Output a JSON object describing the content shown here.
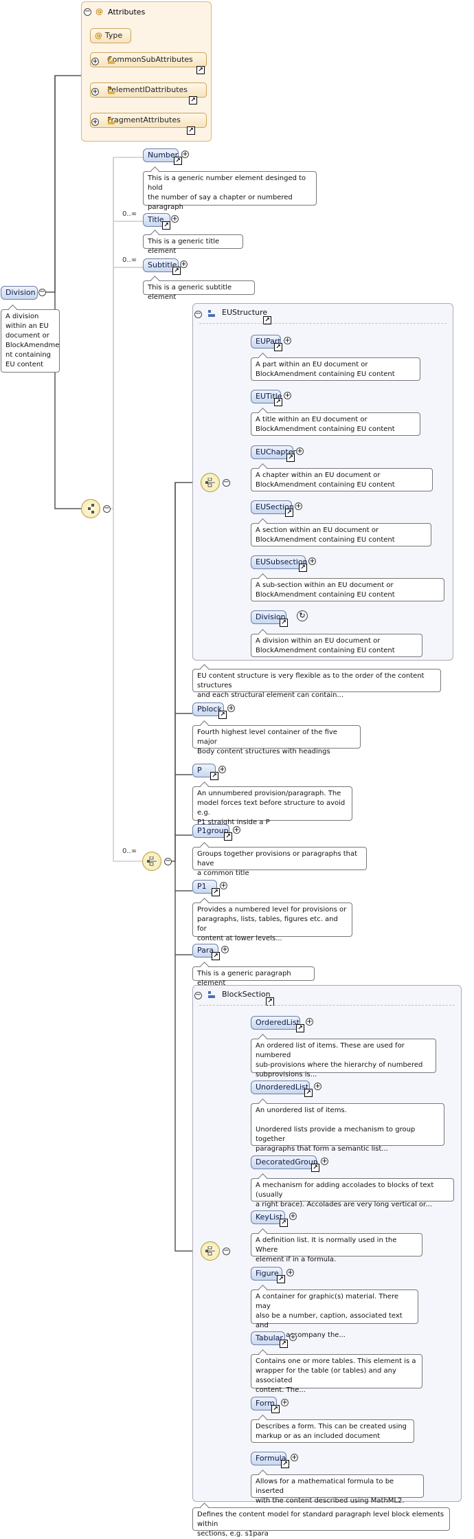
{
  "root": {
    "name": "Division",
    "annotation": "A division\nwithin an EU\ndocument or\nBlockAmendme\nnt containing\nEU content"
  },
  "attributes": {
    "title": "Attributes",
    "items": [
      "Type",
      "CommonSubAttributes",
      "PelementIDattributes",
      "FragmentAttributes"
    ]
  },
  "seq1": [
    {
      "name": "Number",
      "annotation": "This is a generic number element desinged to hold\nthe number of say a chapter or numbered\nparagraph",
      "occurs": ""
    },
    {
      "name": "Title",
      "annotation": "This is a generic title element",
      "occurs": "0..∞"
    },
    {
      "name": "Subtitle",
      "annotation": "This is a generic subtitle element",
      "occurs": "0..∞"
    }
  ],
  "choice_occurs": "0..∞",
  "eu_structure": {
    "title": "EUStructure",
    "annotation": "EU content structure is very flexible as to the order of the content structures\nand each structural element can contain...",
    "items": [
      {
        "name": "EUPart",
        "annotation": "A part within an EU document or\nBlockAmendment containing EU content"
      },
      {
        "name": "EUTitle",
        "annotation": "A title within an EU document or\nBlockAmendment containing EU content"
      },
      {
        "name": "EUChapter",
        "annotation": "A chapter within an EU document or\nBlockAmendment containing EU content"
      },
      {
        "name": "EUSection",
        "annotation": "A section within an EU document or\nBlockAmendment containing EU content"
      },
      {
        "name": "EUSubsection",
        "annotation": "A sub-section within an EU document or\nBlockAmendment containing EU content"
      },
      {
        "name": "Division",
        "annotation": "A division within an EU document or\nBlockAmendment containing EU content"
      }
    ]
  },
  "choice_items": [
    {
      "name": "Pblock",
      "annotation": "Fourth highest level container of the five major\nBody content structures with headings"
    },
    {
      "name": "P",
      "annotation": "An unnumbered provision/paragraph. The\nmodel forces text before structure to avoid e.g.\nP1 straight inside a P"
    },
    {
      "name": "P1group",
      "annotation": "Groups together provisions or paragraphs that have\na common title"
    },
    {
      "name": "P1",
      "annotation": "Provides a numbered level for provisions or\nparagraphs, lists, tables, figures etc. and for\ncontent at lower levels..."
    },
    {
      "name": "Para",
      "annotation": "This is a generic paragraph element"
    }
  ],
  "block_section": {
    "title": "BlockSection",
    "annotation": "Defines the content model for standard paragraph level block elements within\nsections, e.g. s1para",
    "items": [
      {
        "name": "OrderedList",
        "annotation": "An ordered list of items. These are used for numbered\nsub-provisions where the hierarchy of numbered\nsubprovisions is..."
      },
      {
        "name": "UnorderedList",
        "annotation": "An unordered list of items.\n\nUnordered lists provide a mechanism to group together\nparagraphs that form a semantic list..."
      },
      {
        "name": "DecoratedGroup",
        "annotation": "A mechanism for adding accolades to blocks of text (usually\na right brace). Accolades are very long vertical or..."
      },
      {
        "name": "KeyList",
        "annotation": "A definition list. It is normally used in the Where\nelement if in a formula."
      },
      {
        "name": "Figure",
        "annotation": "A container for graphic(s) material. There may\nalso be a number, caption, associated text and\nnotes to accompany the..."
      },
      {
        "name": "Tabular",
        "annotation": "Contains one or more tables. This element is a\nwrapper for the table (or tables) and any associated\ncontent. The..."
      },
      {
        "name": "Form",
        "annotation": "Describes a form. This can be created using\nmarkup or as an included document"
      },
      {
        "name": "Formula",
        "annotation": "Allows for a mathematical formula to be inserted\nwith the content described using MathML2."
      }
    ]
  }
}
